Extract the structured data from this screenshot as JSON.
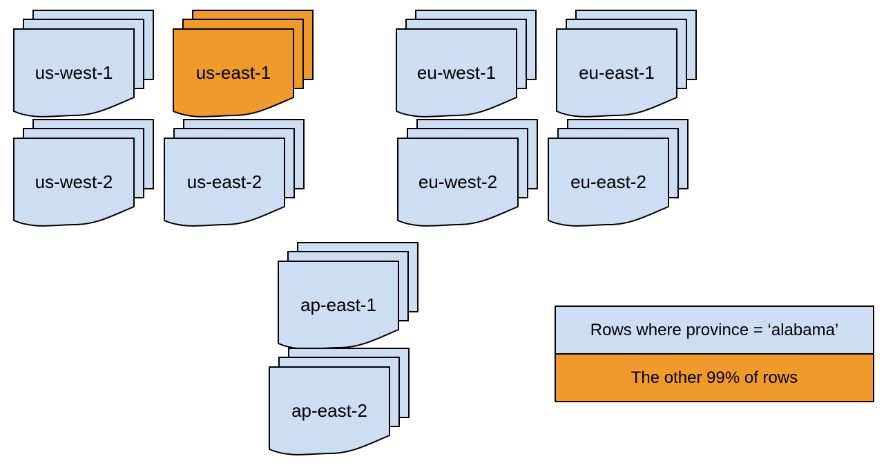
{
  "colors": {
    "region_fill": "#cdddf2",
    "highlight_fill": "#ef9a2b",
    "outline": "#000000",
    "text": "#000000",
    "background": "#ffffff"
  },
  "stacks": [
    {
      "id": "us-west-1",
      "label": "us-west-1",
      "fill": "#cdddf2"
    },
    {
      "id": "us-east-1",
      "label": "us-east-1",
      "fill": "#ef9a2b"
    },
    {
      "id": "eu-west-1",
      "label": "eu-west-1",
      "fill": "#cdddf2"
    },
    {
      "id": "eu-east-1",
      "label": "eu-east-1",
      "fill": "#cdddf2"
    },
    {
      "id": "us-west-2",
      "label": "us-west-2",
      "fill": "#cdddf2"
    },
    {
      "id": "us-east-2",
      "label": "us-east-2",
      "fill": "#cdddf2"
    },
    {
      "id": "eu-west-2",
      "label": "eu-west-2",
      "fill": "#cdddf2"
    },
    {
      "id": "eu-east-2",
      "label": "eu-east-2",
      "fill": "#cdddf2"
    },
    {
      "id": "ap-east-1",
      "label": "ap-east-1",
      "fill": "#cdddf2"
    },
    {
      "id": "ap-east-2",
      "label": "ap-east-2",
      "fill": "#cdddf2"
    }
  ],
  "legend": {
    "items": [
      {
        "label": "Rows where province = ‘alabama’",
        "fill": "#cdddf2"
      },
      {
        "label": "The other 99% of rows",
        "fill": "#ef9a2b"
      }
    ]
  }
}
